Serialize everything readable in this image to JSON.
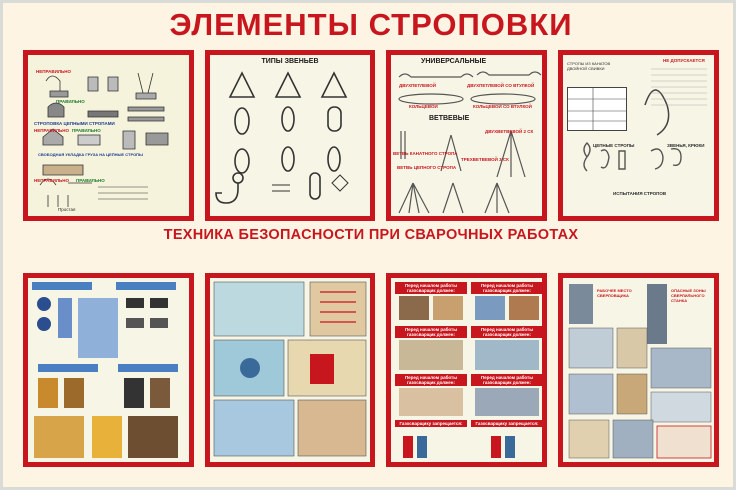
{
  "title_top": "ЭЛЕМЕНТЫ СТРОПОВКИ",
  "title_bottom": "ТЕХНИКА БЕЗОПАСНОСТИ ПРИ СВАРОЧНЫХ РАБОТАХ",
  "poster1": {
    "labels": [
      "НЕПРАВИЛЬНО",
      "ПРАВИЛЬНО",
      "СТРОПОВКА ЦЕПНЫМИ СТРОПАМИ",
      "НЕПРАВИЛЬНО",
      "ПРАВИЛЬНО",
      "СВОБОДНАЯ УКЛАДКА ГРУЗА НА ЦЕПНЫЕ СТРОПЫ",
      "НЕПРАВИЛЬНО",
      "ПРАВИЛЬНО",
      "Простая"
    ]
  },
  "poster2": {
    "title": "ТИПЫ ЗВЕНЬЕВ"
  },
  "poster3": {
    "header1": "УНИВЕРСАЛЬНЫЕ",
    "labels1": [
      "ДВУХПЕТЛЕВОЙ",
      "ДВУХПЕТЛЕВОЙ СО ВТУЛКОЙ",
      "КОЛЬЦЕВОЙ",
      "КОЛЬЦЕВОЙ СО ВТУЛКОЙ"
    ],
    "header2": "ВЕТВЕВЫЕ",
    "labels2": [
      "ВЕТВЬ КАНАТНОГО СТРОПА",
      "ДВУХВЕТВЕВОЙ 2 СК",
      "ВЕТВЬ ЦЕПНОГО СТРОПА",
      "ТРЕХВЕТВЕВОЙ 3 СК"
    ]
  },
  "poster4": {
    "header": "НЕ ДОПУСКАЕТСЯ",
    "labels": [
      "СТРОПЫ ИЗ КАНАТОВ ДВОЙНОЙ СВИВКИ",
      "ЦЕПНЫЕ СТРОПЫ",
      "ЗВЕНЬЯ, КРЮКИ",
      "ИСПЫТАНИЯ СТРОПОВ"
    ]
  },
  "poster8": {
    "headers": [
      "Перед началом работы газосварщик должен:",
      "Перед началом работы газосварщик должен:",
      "Перед началом работы газосварщик должен:",
      "Перед началом работы газосварщик должен:",
      "Перед началом работы газосварщик должен:",
      "Перед началом работы газосварщик должен:",
      "Газосварщику запрещается:",
      "Газосварщику запрещается:"
    ]
  },
  "poster9": {
    "headers": [
      "РАБОЧЕЕ МЕСТО СВЕРЛОВЩИКА",
      "ОПАСНЫЕ ЗОНЫ СВЕРЛИЛЬНОГО СТАНКА"
    ]
  },
  "colors": {
    "accent": "#c8161e",
    "panel": "#f6f3dc"
  }
}
